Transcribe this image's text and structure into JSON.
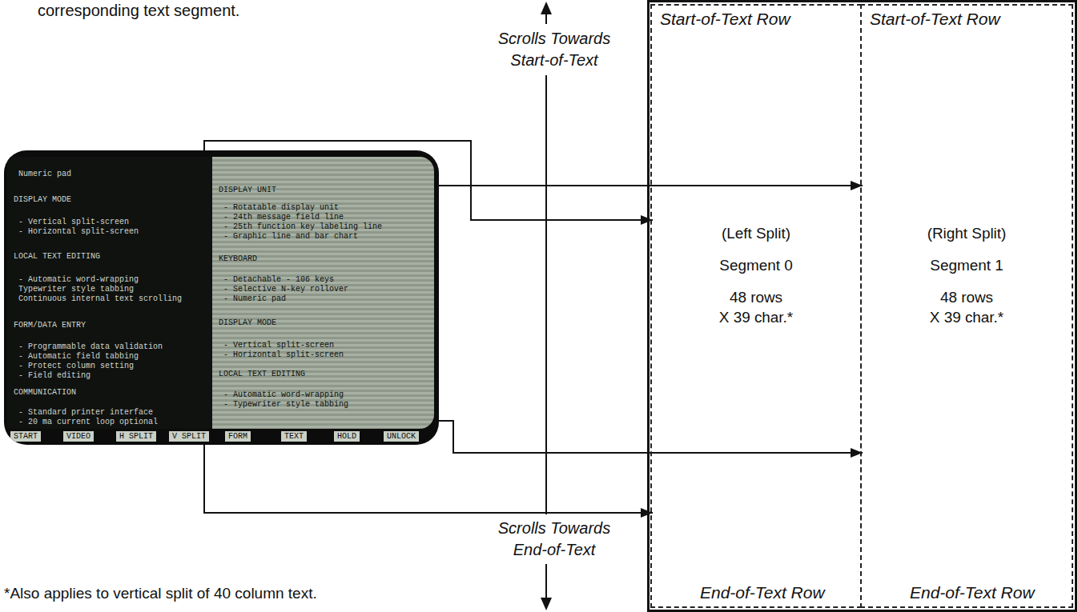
{
  "diagram": {
    "nodes": [
      {
        "text": [
          "START",
          "VIDEO",
          "H SPLIT",
          "V SPLIT",
          "FORM",
          "TEXT",
          "HOLD",
          "UNLOCK"
        ]
      },
      {
        "text": [
          "Numeric pad",
          "DISPLAY MODE",
          "- Vertical split-screen",
          "- Horizontal split-screen",
          "LOCAL TEXT EDITING",
          "- Automatic word-wrapping",
          "Typewriter style tabbing",
          "Continuous internal text scrolling",
          "FORM/DATA ENTRY",
          "- Programmable data validation",
          "- Automatic field tabbing",
          "- Protect column setting",
          "- Field editing",
          "COMMUNICATION",
          "- Standard printer interface",
          "- 20 ma current loop optional"
        ],
        "in": 0
      },
      {
        "text": [
          "DISPLAY UNIT",
          "- Rotatable display unit",
          "- 24th message field line",
          "- 25th function key labeling line",
          "- Graphic line and bar chart",
          "KEYBOARD",
          "- Detachable - 106 keys",
          "- Selective N-key rollover",
          "- Numeric pad",
          "DISPLAY MODE",
          "- Vertical split-screen",
          "- Horizontal split-screen",
          "LOCAL TEXT EDITING",
          "- Automatic word-wrapping",
          "- Typewriter style tabbing"
        ],
        "in": 0
      },
      {
        "text": [
          "Start-of-Text Row",
          "(Left Split)",
          "Segment 0",
          "48 rows",
          "X 39 char.*",
          "End-of-Text Row"
        ]
      },
      {
        "text": [
          "Start-of-Text Row",
          "(Right Split)",
          "Segment 1",
          "48 rows",
          "X 39 char.*",
          "End-of-Text Row"
        ]
      }
    ],
    "edges": [
      {
        "from": 2,
        "to": 4,
        "arrow": "to"
      },
      {
        "from": 1,
        "to": 3,
        "arrow": "to"
      },
      {
        "from": 2,
        "to": 4,
        "arrow": "to"
      },
      {
        "from": 1,
        "to": 3,
        "arrow": "to"
      }
    ],
    "labels": [
      "corresponding text segment.",
      "Scrolls Towards Start-of-Text",
      "Scrolls Towards End-of-Text",
      "*Also applies to vertical split of 40 column text."
    ]
  }
}
